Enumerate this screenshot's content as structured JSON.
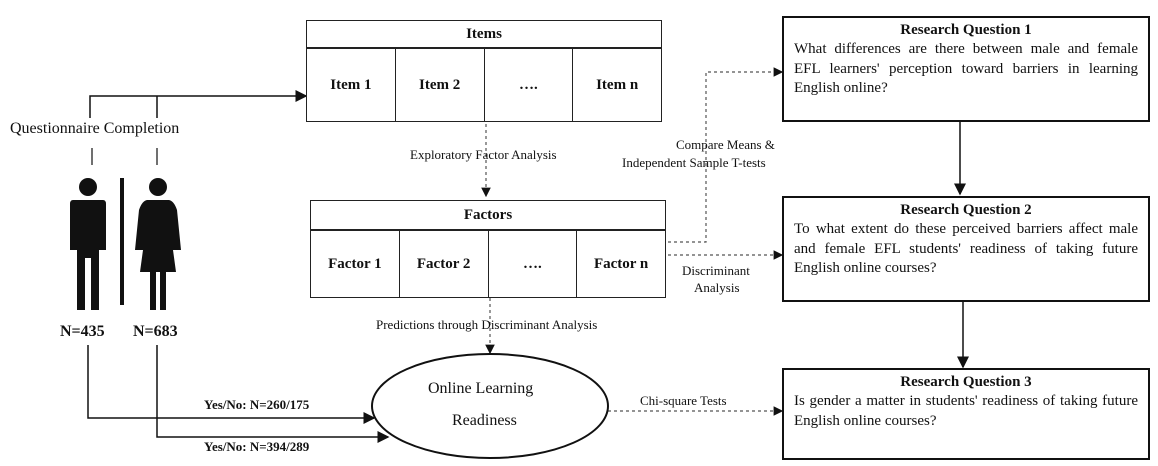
{
  "questionnaire_label": "Questionnaire Completion",
  "male_count": "N=435",
  "female_count": "N=683",
  "items": {
    "title": "Items",
    "cells": [
      "Item 1",
      "Item 2",
      "….",
      "Item n"
    ]
  },
  "factors": {
    "title": "Factors",
    "cells": [
      "Factor 1",
      "Factor 2",
      "….",
      "Factor n"
    ]
  },
  "efa_label": "Exploratory Factor Analysis",
  "predictions_label": "Predictions through Discriminant Analysis",
  "compare_means_line1": "Compare Means &",
  "compare_means_line2": "Independent Sample T-tests",
  "discriminant_line1": "Discriminant",
  "discriminant_line2": "Analysis",
  "chi_square_label": "Chi-square Tests",
  "readiness_line1": "Online Learning",
  "readiness_line2": "Readiness",
  "male_yes_no": "Yes/No: N=260/175",
  "female_yes_no": "Yes/No: N=394/289",
  "rq1": {
    "title": "Research Question 1",
    "text": "What differences are there between male and female EFL learners' perception toward barriers in learning English online?"
  },
  "rq2": {
    "title": "Research Question 2",
    "text": "To what extent do these perceived barriers affect male and female EFL students' readiness of taking future English online courses?"
  },
  "rq3": {
    "title": "Research Question 3",
    "text": "Is gender a matter in students' readiness of taking future English online courses?"
  }
}
